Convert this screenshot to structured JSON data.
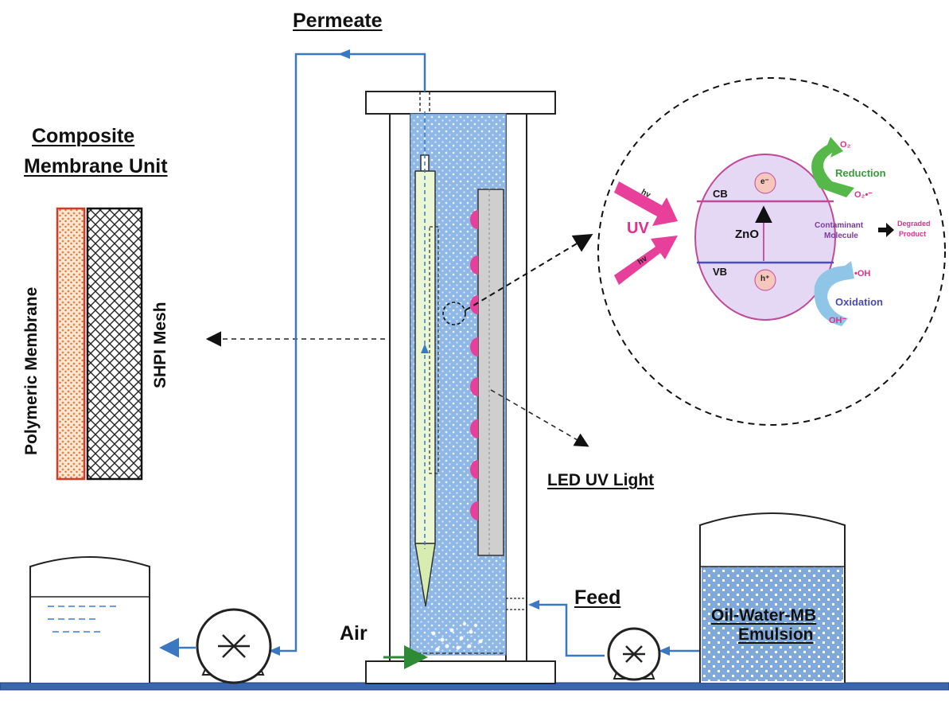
{
  "labels": {
    "permeate": "Permeate",
    "composite_line1": "Composite",
    "composite_line2": "Membrane Unit",
    "polymeric_membrane": "Polymeric Membrane",
    "shpi_mesh": "SHPI Mesh",
    "led_uv_light": "LED UV Light",
    "feed": "Feed",
    "air": "Air",
    "emulsion_line1": "Oil-Water-MB",
    "emulsion_line2": "Emulsion"
  },
  "inset": {
    "uv": "UV",
    "hv_top": "hv",
    "hv_bottom": "hv",
    "cb": "CB",
    "vb": "VB",
    "zno": "ZnO",
    "electron": "e⁻",
    "hole": "h⁺",
    "o2": "O₂",
    "reduction": "Reduction",
    "superoxide": "O₂•⁻",
    "contaminant_line1": "Contaminant",
    "contaminant_line2": "Molecule",
    "degraded_line1": "Degraded",
    "degraded_line2": "Product",
    "oh_radical": "•OH",
    "oxidation": "Oxidation",
    "oh_ion": "OH⁻"
  },
  "colors": {
    "pipe": "#3a78c4",
    "water": "#8fb8e6",
    "uv_pink": "#e8409a",
    "green_arrow": "#55b848",
    "zno_fill": "#e4d8f4",
    "ground": "#3a66b0"
  }
}
